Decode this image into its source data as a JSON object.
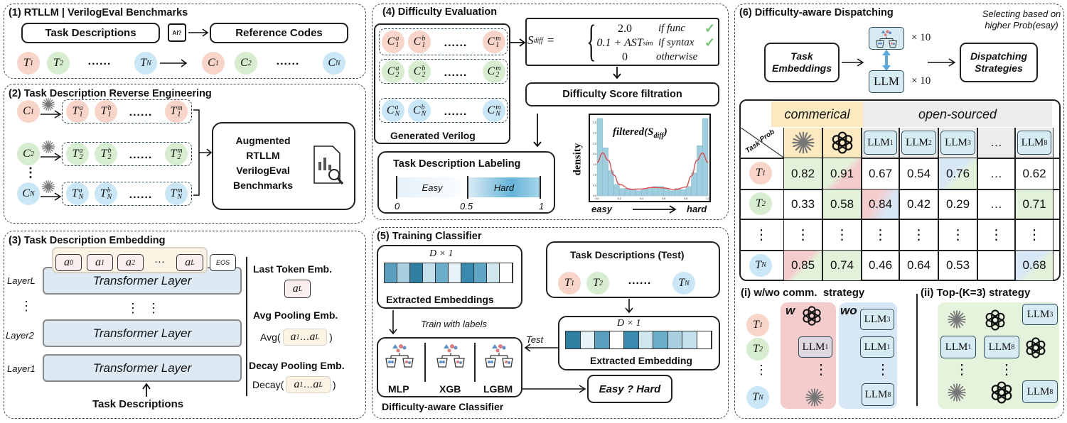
{
  "p1": {
    "title": "(1) RTLLM | VerilogEval Benchmarks",
    "task_descriptions": "Task Descriptions",
    "reference_codes": "Reference Codes",
    "ai_icon_text": "AI?",
    "ellipsis": "......",
    "tasks": [
      {
        "b": "T",
        "sub": "1"
      },
      {
        "b": "T",
        "sub": "2"
      },
      {
        "b": "T",
        "sub": "N"
      }
    ],
    "codes": [
      {
        "b": "C",
        "sub": "1"
      },
      {
        "b": "C",
        "sub": "2"
      },
      {
        "b": "C",
        "sub": "N"
      }
    ]
  },
  "p2": {
    "title": "(2) Task Description Reverse Engineering",
    "ellipsis": "......",
    "vdots": "⋮",
    "rows": [
      {
        "code": {
          "b": "C",
          "sub": "1"
        },
        "items": [
          {
            "b": "T",
            "sub": "1",
            "sup": "a"
          },
          {
            "b": "T",
            "sub": "1",
            "sup": "b"
          },
          {
            "b": "T",
            "sub": "1",
            "sup": "m"
          }
        ]
      },
      {
        "code": {
          "b": "C",
          "sub": "2"
        },
        "items": [
          {
            "b": "T",
            "sub": "2",
            "sup": "a"
          },
          {
            "b": "T",
            "sub": "2",
            "sup": "b"
          },
          {
            "b": "T",
            "sub": "2",
            "sup": "m"
          }
        ]
      },
      {
        "code": {
          "b": "C",
          "sub": "N"
        },
        "items": [
          {
            "b": "T",
            "sub": "N",
            "sup": "a"
          },
          {
            "b": "T",
            "sub": "N",
            "sup": "b"
          },
          {
            "b": "T",
            "sub": "N",
            "sup": "m"
          }
        ]
      }
    ],
    "output_lines": [
      "Augmented",
      "RTLLM",
      "VerilogEval",
      "Benchmarks"
    ]
  },
  "p3": {
    "title": "(3) Task Description Embedding",
    "tokens": [
      {
        "b": "a",
        "sub": "0"
      },
      {
        "b": "a",
        "sub": "1"
      },
      {
        "b": "a",
        "sub": "2"
      },
      {
        "b": "a",
        "sub": "L"
      }
    ],
    "token_ellipsis": "···",
    "eos": "EOS",
    "layers": [
      {
        "label": "LayerL",
        "text": "Transformer Layer"
      },
      {
        "label": "Layer2",
        "text": "Transformer Layer"
      },
      {
        "label": "Layer1",
        "text": "Transformer Layer"
      }
    ],
    "vdots": "⋮",
    "input": "Task Descriptions",
    "last_token": "Last Token Emb.",
    "last_token_value": {
      "b": "a",
      "sub": "L"
    },
    "avg_pooling": "Avg Pooling Emb.",
    "avg_fn": "Avg(",
    "decay_pooling": "Decay Pooling Emb.",
    "decay_fn": "Decay(",
    "close_paren": ")",
    "range_start": {
      "b": "a",
      "sub": "1"
    },
    "range_sep": "…",
    "range_end": {
      "b": "a",
      "sub": "L"
    }
  },
  "p4": {
    "title": "(4) Difficulty Evaluation",
    "ellipsis": "......",
    "verilog_rows": [
      [
        {
          "b": "C",
          "sub": "1",
          "sup": "a"
        },
        {
          "b": "C",
          "sub": "1",
          "sup": "b"
        },
        {
          "b": "C",
          "sub": "1",
          "sup": "m"
        }
      ],
      [
        {
          "b": "C",
          "sub": "2",
          "sup": "a"
        },
        {
          "b": "C",
          "sub": "2",
          "sup": "b"
        },
        {
          "b": "C",
          "sub": "2",
          "sup": "m"
        }
      ],
      [
        {
          "b": "C",
          "sub": "N",
          "sup": "a"
        },
        {
          "b": "C",
          "sub": "N",
          "sup": "b"
        },
        {
          "b": "C",
          "sub": "N",
          "sup": "m"
        }
      ]
    ],
    "generated_label": "Generated Verilog",
    "formula": {
      "lhs": {
        "b": "S",
        "sub": "diff"
      },
      "eq": "=",
      "cases": [
        {
          "value": "2.0",
          "cond": "if func",
          "check": true
        },
        {
          "value": "0.1 + AST",
          "value_sub": "sim",
          "cond": "if syntax",
          "check": true
        },
        {
          "value": "0",
          "cond": "otherwise",
          "check": false
        }
      ],
      "check_color": "#6cc46c"
    },
    "filtration": "Difficulty Score filtration",
    "labeling": {
      "title": "Task Description Labeling",
      "easy": "Easy",
      "hard": "Hard",
      "ticks": [
        "0",
        "0.5",
        "1"
      ]
    },
    "histogram": {
      "title": "filtered(S",
      "title_sub": "diff",
      "title_close": ")",
      "ylabel": "density",
      "x_start_label": "easy",
      "x_end_label": "hard",
      "xticks": [
        "0.0",
        "0.2",
        "0.4",
        "0.6",
        "0.8",
        "1.0"
      ],
      "yticks": [
        "0.0",
        "0.5",
        "1.0",
        "1.5",
        "2.0",
        "2.5",
        "3.0",
        "3.5"
      ],
      "ylim": [
        0,
        3.8
      ],
      "bins": [
        3.7,
        2.3,
        1.2,
        0.55,
        0.35,
        0.35,
        0.3,
        0.25,
        0.35,
        0.4,
        0.45,
        0.45,
        0.35,
        0.25,
        0.35,
        0.3,
        0.45,
        1.1,
        2.4,
        3.7
      ],
      "kde": [
        [
          0,
          1.6
        ],
        [
          0.05,
          2.05
        ],
        [
          0.1,
          1.7
        ],
        [
          0.15,
          1.0
        ],
        [
          0.2,
          0.55
        ],
        [
          0.3,
          0.32
        ],
        [
          0.4,
          0.33
        ],
        [
          0.5,
          0.4
        ],
        [
          0.6,
          0.38
        ],
        [
          0.7,
          0.3
        ],
        [
          0.8,
          0.42
        ],
        [
          0.85,
          0.95
        ],
        [
          0.9,
          1.7
        ],
        [
          0.95,
          2.05
        ],
        [
          1.0,
          1.6
        ]
      ],
      "bar_color": "#9fcfdf",
      "kde_color": "#e84040"
    }
  },
  "p5": {
    "title": "(5) Training Classifier",
    "dim": "D × 1",
    "train_embedding_shades": [
      "#5b9fbf",
      "#a7cfe0",
      "#2f7fa3",
      "#c3e0ec",
      "#6aaecb",
      "#e6f2f7",
      "#3a8ab0",
      "#5fa6c6",
      "#cfe6ef",
      "#ffffff"
    ],
    "extracted_embeddings": "Extracted Embeddings",
    "train_with_labels": "Train with labels",
    "classifiers": [
      "MLP",
      "XGB",
      "LGBM"
    ],
    "classifier_label": "Difficulty-aware Classifier",
    "test_title": "Task Descriptions (Test)",
    "test_tasks": [
      {
        "b": "T",
        "sub": "1"
      },
      {
        "b": "T",
        "sub": "2"
      },
      {
        "b": "T",
        "sub": "N"
      }
    ],
    "ellipsis": "......",
    "test_label": "Test",
    "test_embedding_shades": [
      "#2f7fa3",
      "#e6f2f7",
      "#5b9fbf",
      "#ffffff",
      "#3a8ab0",
      "#cfe6ef",
      "#6aaecb",
      "#a7cfe0",
      "#c3e0ec",
      "#ffffff"
    ],
    "extracted_embedding": "Extracted Embedding",
    "result": "Easy ? Hard"
  },
  "p6": {
    "title": "(6) Difficulty-aware Dispatching",
    "note_lines": [
      "Selecting based on",
      "higher Prob(esay)"
    ],
    "task_embeddings": [
      "Task",
      "Embeddings"
    ],
    "times": "× 10",
    "llm": "LLM",
    "dispatching": [
      "Dispatching",
      "Strategies"
    ],
    "commercial": "commerical",
    "open_sourced": "open-sourced",
    "corner_top": "Prob",
    "corner_bottom": "Task",
    "columns": [
      {
        "icon": "claude-asterisk-icon"
      },
      {
        "icon": "openai-logo-icon"
      },
      {
        "llm": "LLM",
        "sub": "1"
      },
      {
        "llm": "LLM",
        "sub": "2"
      },
      {
        "llm": "LLM",
        "sub": "3"
      },
      {
        "text": "…"
      },
      {
        "llm": "LLM",
        "sub": "8"
      }
    ],
    "rows": [
      {
        "task": {
          "b": "T",
          "sub": "1"
        },
        "color": "red",
        "values": [
          "0.82",
          "0.91",
          "0.67",
          "0.54",
          "0.76",
          "…",
          "0.62"
        ],
        "highlight": [
          "green",
          "green-red",
          "",
          "",
          "blue-green",
          "",
          ""
        ]
      },
      {
        "task": {
          "b": "T",
          "sub": "2"
        },
        "color": "green",
        "values": [
          "0.33",
          "0.58",
          "0.84",
          "0.42",
          "0.29",
          "…",
          "0.71"
        ],
        "highlight": [
          "",
          "green",
          "red-blue",
          "",
          "",
          "",
          "green"
        ]
      },
      {
        "task_text": "⋮",
        "values": [
          "⋮",
          "⋮",
          "⋮",
          "⋮",
          "⋮",
          "⋮",
          "⋮"
        ],
        "highlight": [
          "",
          "",
          "",
          "",
          "",
          "",
          ""
        ]
      },
      {
        "task": {
          "b": "T",
          "sub": "N"
        },
        "color": "blue",
        "values": [
          "0.85",
          "0.74",
          "0.46",
          "0.64",
          "0.53",
          "",
          "0.68"
        ],
        "highlight": [
          "red-green",
          "green",
          "",
          "",
          "",
          "",
          "blue-green"
        ]
      }
    ],
    "strategy1": {
      "title": "(i) w/wo comm.  strategy",
      "w": "w",
      "wo": "wo",
      "tasks": [
        {
          "b": "T",
          "sub": "1"
        },
        {
          "b": "T",
          "sub": "2"
        },
        {
          "b": "T",
          "sub": "N"
        }
      ],
      "w_llm": {
        "llm": "LLM",
        "sub": "1"
      },
      "wo_llms": [
        {
          "llm": "LLM",
          "sub": "3"
        },
        {
          "llm": "LLM",
          "sub": "1"
        },
        {
          "llm": "LLM",
          "sub": "8"
        }
      ],
      "vdots": "⋮"
    },
    "strategy2": {
      "title": "(ii) Top-(K=3) strategy",
      "llms": [
        {
          "llm": "LLM",
          "sub": "3"
        },
        {
          "llm": "LLM",
          "sub": "1"
        },
        {
          "llm": "LLM",
          "sub": "8"
        },
        {
          "llm": "LLM",
          "sub": "8"
        }
      ],
      "vdots": "⋮"
    }
  }
}
